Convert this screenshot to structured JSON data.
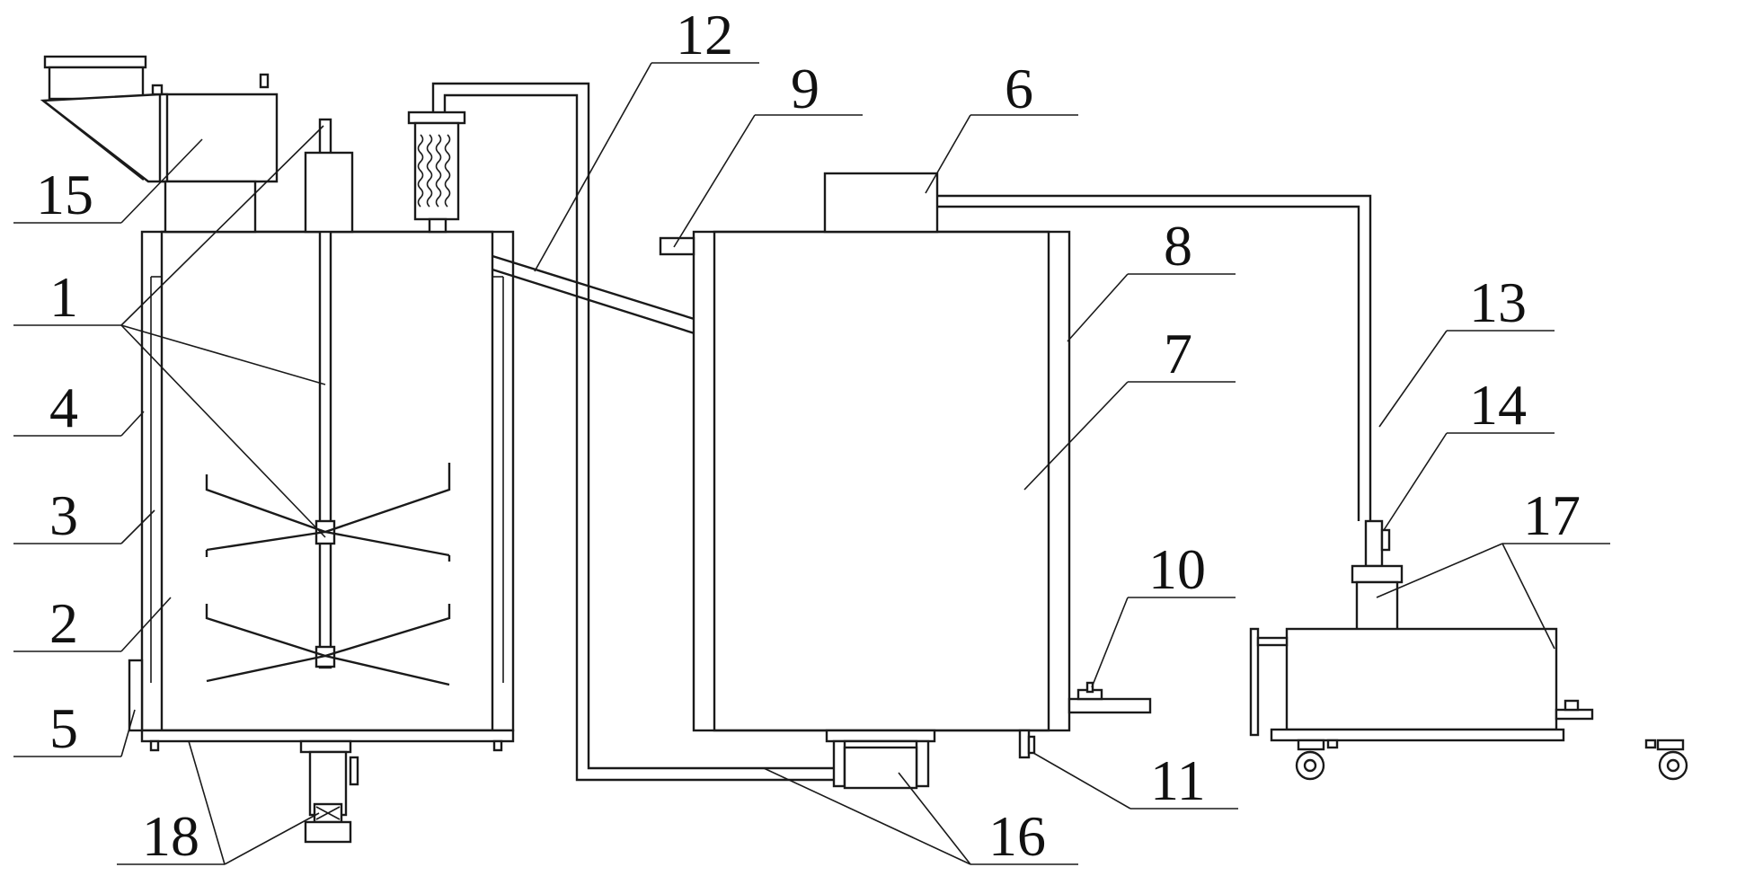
{
  "diagram": {
    "labels": {
      "l1": "1",
      "l2": "2",
      "l3": "3",
      "l4": "4",
      "l5": "5",
      "l6": "6",
      "l7": "7",
      "l8": "8",
      "l9": "9",
      "l10": "10",
      "l11": "11",
      "l12": "12",
      "l13": "13",
      "l14": "14",
      "l15": "15",
      "l16": "16",
      "l17": "17",
      "l18": "18"
    }
  }
}
